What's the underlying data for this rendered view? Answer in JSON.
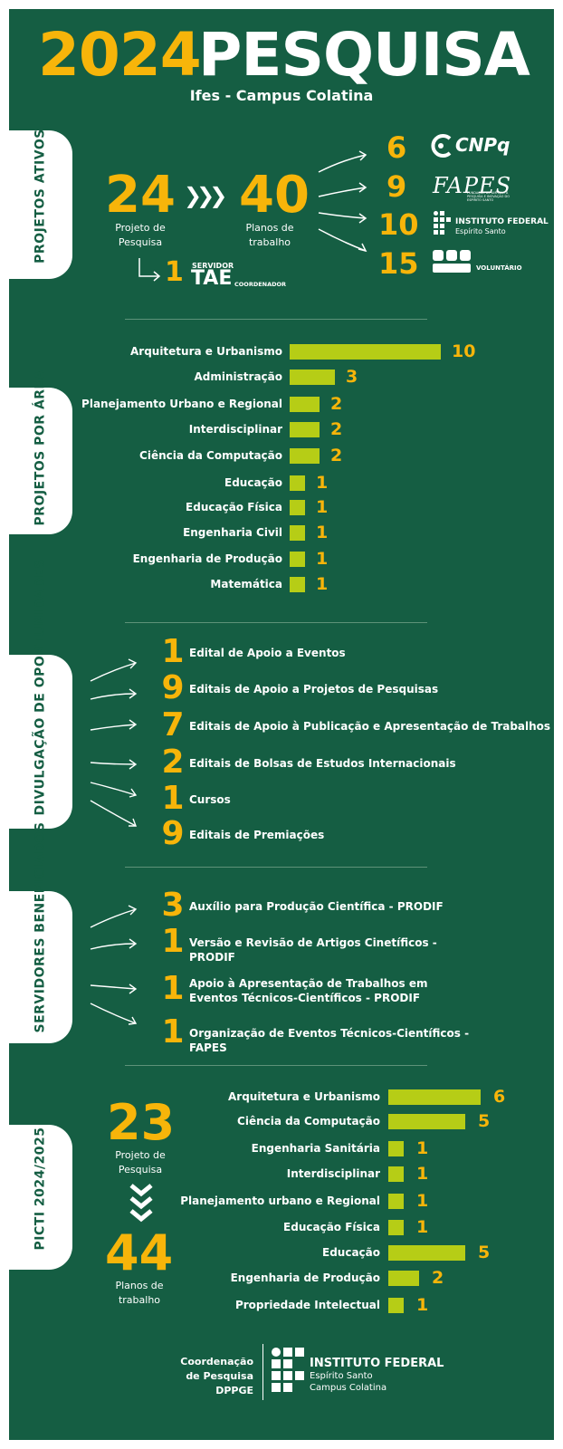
{
  "header": {
    "year": "2024",
    "title": "PESQUISA",
    "subtitle": "Ifes - Campus Colatina"
  },
  "projetos_ativos": {
    "tab": "PROJETOS ATIVOS",
    "projetos_num": "24",
    "projetos_label": "Projeto de Pesquisa",
    "planos_num": "40",
    "planos_label": "Planos de trabalho",
    "servidor_num": "1",
    "servidor_top": "SERVIDOR",
    "servidor_tae": "TAE",
    "servidor_coord": "COORDENADOR",
    "funding": [
      {
        "value": "6",
        "label": "CNPq"
      },
      {
        "value": "9",
        "label": "FAPES",
        "sublabel": "FUNDAÇÃO DE AMPARO À PESQUISA E INOVAÇÃO DO ESPÍRITO SANTO"
      },
      {
        "value": "10",
        "label": "INSTITUTO FEDERAL",
        "sublabel": "Espírito Santo"
      },
      {
        "value": "15",
        "label": "VOLUNTÁRIO"
      }
    ]
  },
  "projetos_area": {
    "tab": "PROJETOS POR ÁREA",
    "max": 10,
    "items": [
      {
        "label": "Arquitetura e Urbanismo",
        "value": 10
      },
      {
        "label": "Administração",
        "value": 3
      },
      {
        "label": "Planejamento Urbano e Regional",
        "value": 2
      },
      {
        "label": "Interdisciplinar",
        "value": 2
      },
      {
        "label": "Ciência da Computação",
        "value": 2
      },
      {
        "label": "Educação",
        "value": 1
      },
      {
        "label": "Educação Física",
        "value": 1
      },
      {
        "label": "Engenharia Civil",
        "value": 1
      },
      {
        "label": "Engenharia de Produção",
        "value": 1
      },
      {
        "label": "Matemática",
        "value": 1
      }
    ]
  },
  "divulgacao": {
    "tab": "DIVULGAÇÃO DE OPORTUNIDADES",
    "items": [
      {
        "value": "1",
        "label": "Edital de Apoio a Eventos"
      },
      {
        "value": "9",
        "label": "Editais de Apoio a Projetos de Pesquisas"
      },
      {
        "value": "7",
        "label": "Editais de Apoio à Publicação e Apresentação de Trabalhos"
      },
      {
        "value": "2",
        "label": "Editais de Bolsas de Estudos Internacionais"
      },
      {
        "value": "1",
        "label": "Cursos"
      },
      {
        "value": "9",
        "label": "Editais de Premiações"
      }
    ]
  },
  "servidores": {
    "tab": "SERVIDORES BENEFICIADOS",
    "items": [
      {
        "value": "3",
        "label": "Auxílio para Produção Científica - PRODIF"
      },
      {
        "value": "1",
        "label": "Versão e Revisão de Artigos Cinetíficos - PRODIF"
      },
      {
        "value": "1",
        "label": "Apoio à Apresentação de Trabalhos em Eventos Técnicos-Científicos - PRODIF"
      },
      {
        "value": "1",
        "label": "Organização de Eventos Técnicos-Científicos - FAPES"
      }
    ]
  },
  "picti": {
    "tab": "PICTI 2024/2025",
    "projetos_num": "23",
    "projetos_label": "Projeto de Pesquisa",
    "planos_num": "44",
    "planos_label": "Planos de trabalho",
    "max": 6,
    "items": [
      {
        "label": "Arquitetura e Urbanismo",
        "value": 6
      },
      {
        "label": "Ciência da Computação",
        "value": 5
      },
      {
        "label": "Engenharia Sanitária",
        "value": 1
      },
      {
        "label": "Interdisciplinar",
        "value": 1
      },
      {
        "label": "Planejamento urbano e Regional",
        "value": 1
      },
      {
        "label": "Educação Física",
        "value": 1
      },
      {
        "label": "Educação",
        "value": 5
      },
      {
        "label": "Engenharia de Produção",
        "value": 2
      },
      {
        "label": "Propriedade Intelectual",
        "value": 1
      }
    ]
  },
  "footer": {
    "coord_line1": "Coordenação",
    "coord_line2": "de Pesquisa",
    "coord_line3": "DPPGE",
    "inst_name": "INSTITUTO FEDERAL",
    "inst_state": "Espírito Santo",
    "inst_campus": "Campus Colatina"
  },
  "colors": {
    "background": "#155e43",
    "accent": "#f7b50a",
    "bar": "#b6cd16"
  }
}
